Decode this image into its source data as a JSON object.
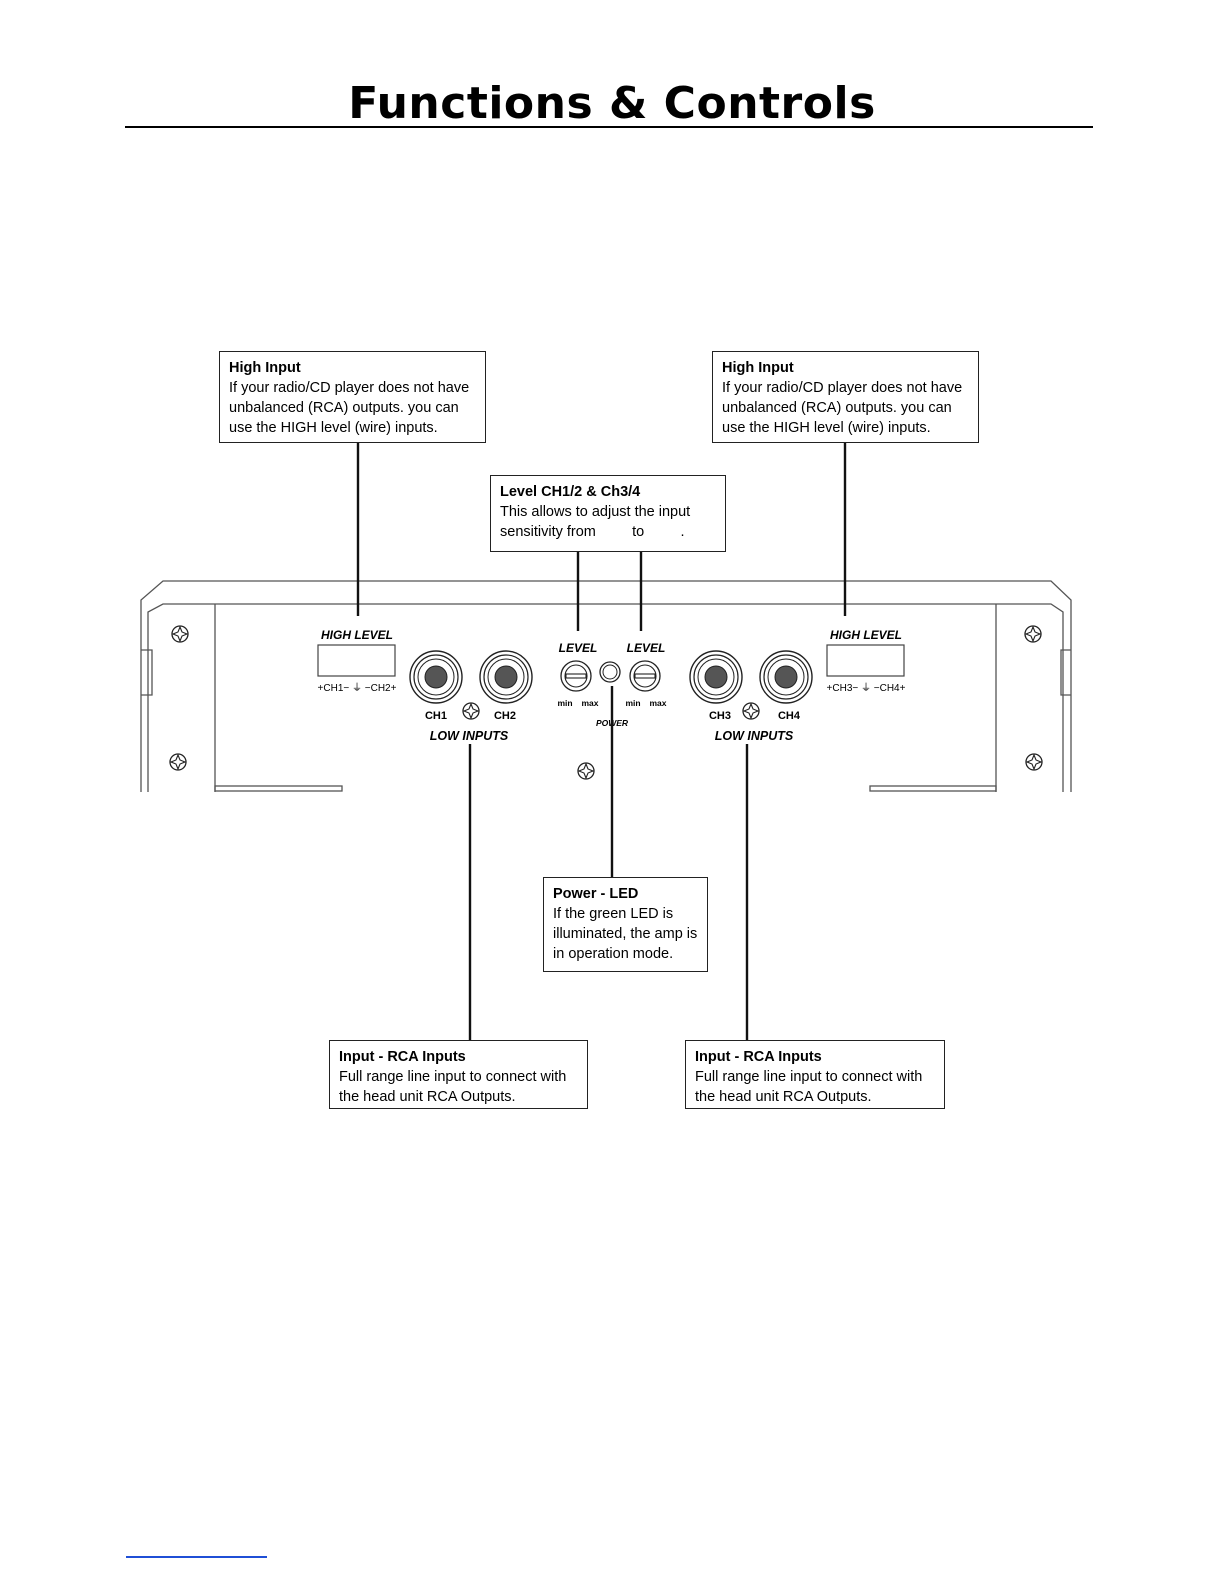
{
  "page": {
    "title": "Functions & Controls"
  },
  "callouts": {
    "high_input_left": {
      "title": "High Input",
      "lines": [
        "If your radio/CD player does not have",
        "unbalanced (RCA) outputs. you can",
        "use the HIGH level (wire) inputs."
      ]
    },
    "high_input_right": {
      "title": "High Input",
      "lines": [
        "If your radio/CD player does not have",
        "unbalanced (RCA) outputs. you can",
        "use the HIGH level (wire) inputs."
      ]
    },
    "level": {
      "title": "Level CH1/2 & Ch3/4",
      "lines": [
        "This allows to adjust the input",
        "sensitivity from         to         ."
      ]
    },
    "power_led": {
      "title": "Power - LED",
      "lines": [
        "If the green LED is",
        "illuminated, the amp is",
        "in operation mode."
      ]
    },
    "rca_left": {
      "title": "Input - RCA Inputs",
      "lines": [
        "Full range line input to connect with",
        "the head unit RCA Outputs."
      ]
    },
    "rca_right": {
      "title": "Input - RCA Inputs",
      "lines": [
        "Full range line input to connect with",
        "the head unit RCA Outputs."
      ]
    }
  },
  "panel": {
    "high_level_left": "HIGH LEVEL",
    "high_level_right": "HIGH LEVEL",
    "terminals_left": "+CH1− ⏚ −CH2+",
    "terminals_right": "+CH3− ⏚ −CH4+",
    "ch1": "CH1",
    "ch2": "CH2",
    "ch3": "CH3",
    "ch4": "CH4",
    "low_inputs_left": "LOW INPUTS",
    "low_inputs_right": "LOW INPUTS",
    "level_left": "LEVEL",
    "level_right": "LEVEL",
    "min_left": "min",
    "max_left": "max",
    "min_right": "min",
    "max_right": "max",
    "power": "POWER"
  }
}
